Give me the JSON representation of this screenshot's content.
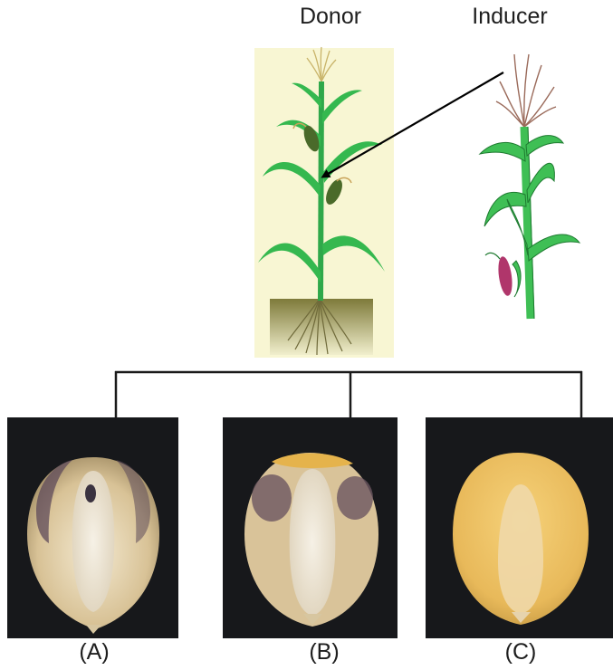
{
  "parents": {
    "donor_label": "Donor",
    "inducer_label": "Inducer"
  },
  "kernels": [
    {
      "label": "(A)"
    },
    {
      "label": "(B)"
    },
    {
      "label": "(C)"
    }
  ]
}
